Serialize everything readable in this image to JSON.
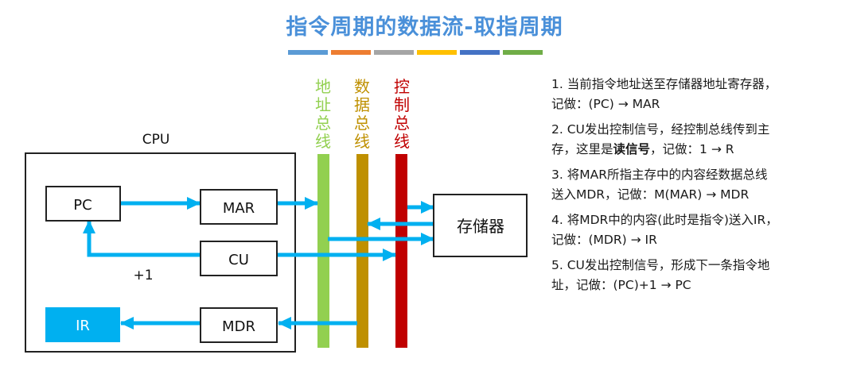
{
  "title": "指令周期的数据流-取指周期",
  "title_bar_colors": [
    "#5b9bd5",
    "#ed7d31",
    "#a5a5a5",
    "#ffc000",
    "#4472c4",
    "#70ad47"
  ],
  "diagram": {
    "cpu_label": "CPU",
    "pc": "PC",
    "mar": "MAR",
    "cu": "CU",
    "ir": "IR",
    "mdr": "MDR",
    "plus_one": "+1",
    "memory": "存储器",
    "address_bus": "地址总线",
    "data_bus": "数据总线",
    "control_bus": "控制总线"
  },
  "colors": {
    "address_bus": "#92d050",
    "data_bus": "#bf9000",
    "control_bus": "#c00000",
    "arrow": "#00b0f0",
    "ir_fill": "#00b0f0",
    "title": "#4a90d9"
  },
  "steps": [
    {
      "line1": "1. 当前指令地址送至存储器地址寄存器，",
      "line2": "记做：(PC) → MAR"
    },
    {
      "line1a": "2. CU发出控制信号，经控制总线传到主",
      "line1b_pre": "存，这里是",
      "line1b_bold": "读信号",
      "line1b_post": "，记做：1 → R"
    },
    {
      "line1": "3. 将MAR所指主存中的内容经数据总线",
      "line2": "送入MDR，记做：M(MAR) → MDR"
    },
    {
      "line1": "4. 将MDR中的内容(此时是指令)送入IR，",
      "line2": "记做：(MDR) → IR"
    },
    {
      "line1": "5. CU发出控制信号，形成下一条指令地",
      "line2": "址，记做：(PC)+1 → PC"
    }
  ]
}
